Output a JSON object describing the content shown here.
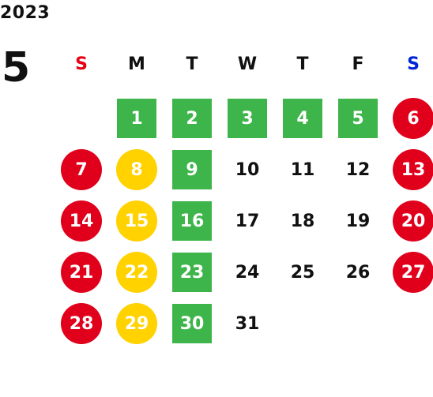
{
  "header": {
    "year": "2023",
    "month": "5"
  },
  "weekdays": [
    "S",
    "M",
    "T",
    "W",
    "T",
    "F",
    "S"
  ],
  "colors": {
    "sunday_header": "#e60012",
    "saturday_header": "#0026d9",
    "green_marker": "#3db54a",
    "red_marker": "#e0001b",
    "yellow_marker": "#ffd200"
  },
  "weeks": [
    [
      {
        "day": ""
      },
      {
        "day": "1",
        "style": "green"
      },
      {
        "day": "2",
        "style": "green"
      },
      {
        "day": "3",
        "style": "green"
      },
      {
        "day": "4",
        "style": "green"
      },
      {
        "day": "5",
        "style": "green"
      },
      {
        "day": "6",
        "style": "red"
      }
    ],
    [
      {
        "day": "7",
        "style": "red"
      },
      {
        "day": "8",
        "style": "yellow"
      },
      {
        "day": "9",
        "style": "green"
      },
      {
        "day": "10",
        "style": "plain"
      },
      {
        "day": "11",
        "style": "plain"
      },
      {
        "day": "12",
        "style": "plain"
      },
      {
        "day": "13",
        "style": "red"
      }
    ],
    [
      {
        "day": "14",
        "style": "red"
      },
      {
        "day": "15",
        "style": "yellow"
      },
      {
        "day": "16",
        "style": "green"
      },
      {
        "day": "17",
        "style": "plain"
      },
      {
        "day": "18",
        "style": "plain"
      },
      {
        "day": "19",
        "style": "plain"
      },
      {
        "day": "20",
        "style": "red"
      }
    ],
    [
      {
        "day": "21",
        "style": "red"
      },
      {
        "day": "22",
        "style": "yellow"
      },
      {
        "day": "23",
        "style": "green"
      },
      {
        "day": "24",
        "style": "plain"
      },
      {
        "day": "25",
        "style": "plain"
      },
      {
        "day": "26",
        "style": "plain"
      },
      {
        "day": "27",
        "style": "red"
      }
    ],
    [
      {
        "day": "28",
        "style": "red"
      },
      {
        "day": "29",
        "style": "yellow"
      },
      {
        "day": "30",
        "style": "green"
      },
      {
        "day": "31",
        "style": "plain"
      },
      {
        "day": ""
      },
      {
        "day": ""
      },
      {
        "day": ""
      }
    ]
  ]
}
